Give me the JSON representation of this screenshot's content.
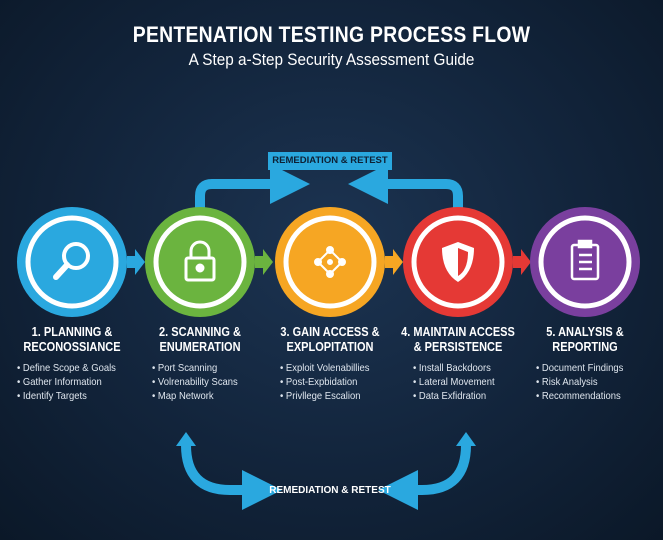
{
  "header": {
    "title": "PENTENATION TESTING PROCESS FLOW",
    "subtitle": "A Step a-Step Security Assessment Guide"
  },
  "loop_labels": {
    "top": "REMEDIATION & RETEST",
    "bottom": "REMEDIATION & RETEST"
  },
  "colors": {
    "blue": "#2aa8df",
    "green": "#6bb43f",
    "orange": "#f6a623",
    "red": "#e53935",
    "purple": "#7a3f9e"
  },
  "steps": [
    {
      "title_1": "1. PLANNING &",
      "title_2": "RECONOSSIANCE",
      "icon": "magnifier-icon",
      "items": [
        "Define Scope & Goals",
        "Gather Information",
        "Identify Targets"
      ]
    },
    {
      "title_1": "2. SCANNING &",
      "title_2": "ENUMERATION",
      "icon": "padlock-icon",
      "items": [
        "Port Scanning",
        "Volrenability Scans",
        "Map Network"
      ]
    },
    {
      "title_1": "3. GAIN ACCESS &",
      "title_2": "EXPLOPITATION",
      "icon": "network-icon",
      "items": [
        "Exploit Volenabillies",
        "Post-Expbidation",
        "Privllege Escalion"
      ]
    },
    {
      "title_1": "4. MAINTAIN ACCESS",
      "title_2": "& PERSISTENCE",
      "icon": "shield-icon",
      "items": [
        "Install Backdoors",
        "Lateral Movement",
        "Data Exfidration"
      ]
    },
    {
      "title_1": "5. ANALYSIS &",
      "title_2": "REPORTING",
      "icon": "clipboard-icon",
      "items": [
        "Document Findings",
        "Risk Analysis",
        "Recommendations"
      ]
    }
  ]
}
